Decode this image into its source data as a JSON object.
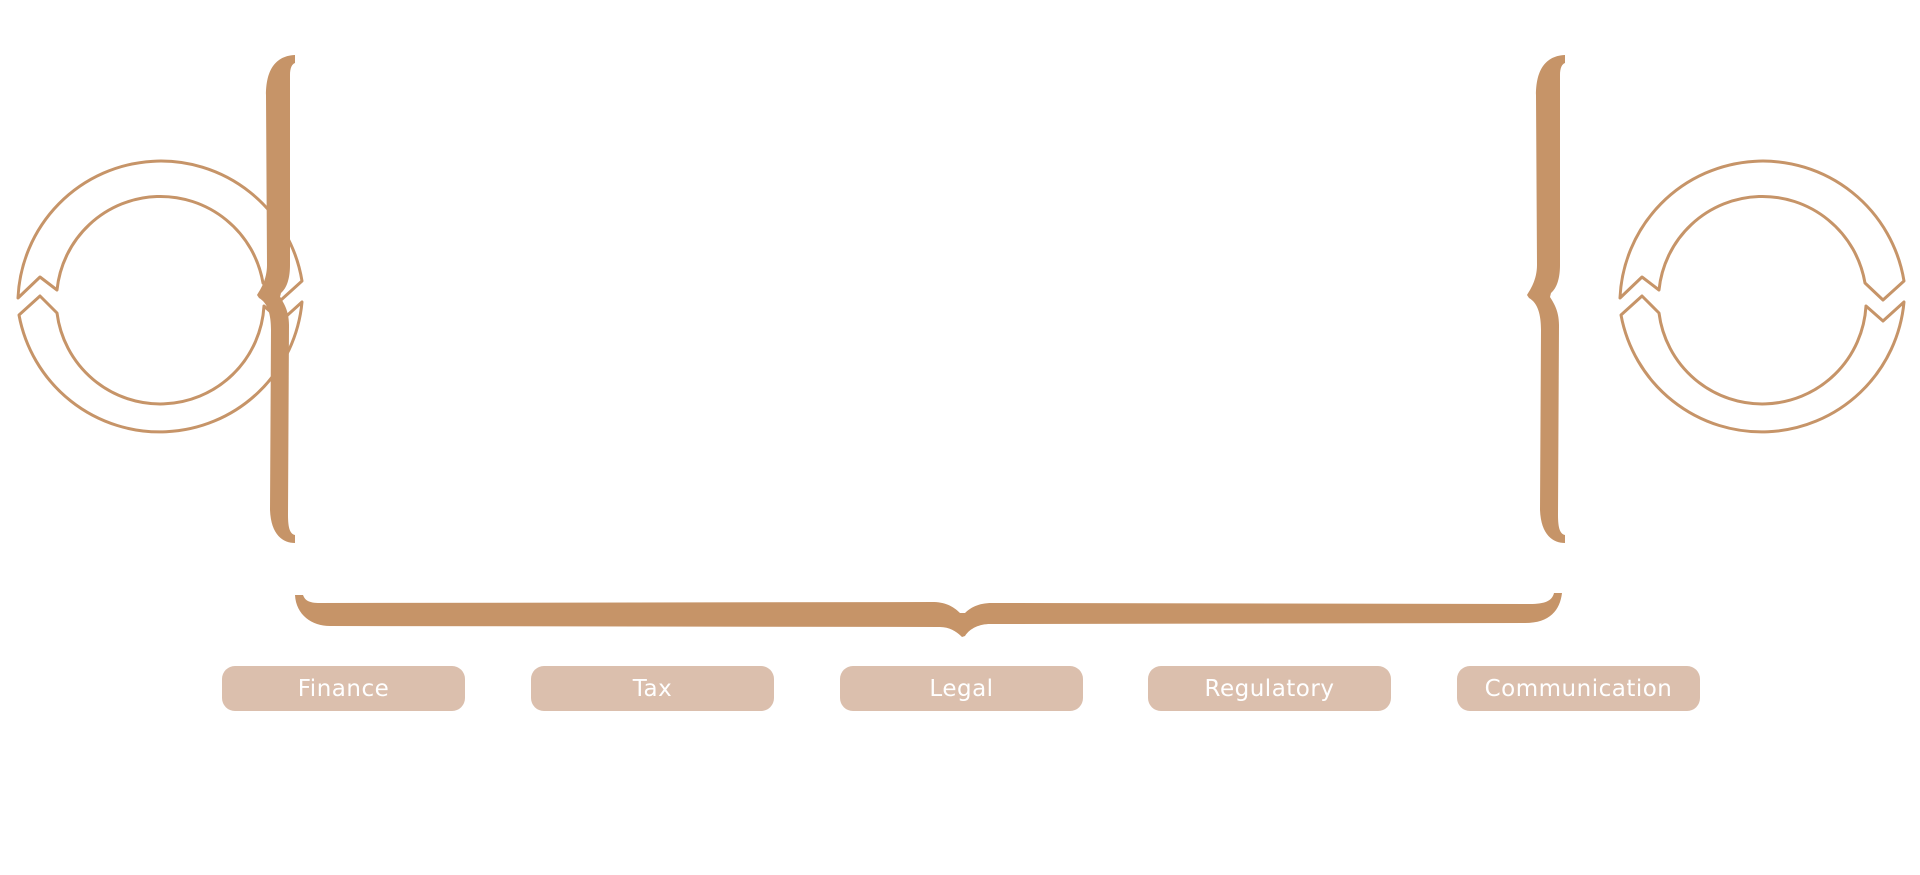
{
  "colors": {
    "accent": "#c69468",
    "pill_background": "#dbbfad",
    "pill_text": "#ffffff"
  },
  "categories": [
    {
      "label": "Finance"
    },
    {
      "label": "Tax"
    },
    {
      "label": "Legal"
    },
    {
      "label": "Regulatory"
    },
    {
      "label": "Communication"
    }
  ]
}
